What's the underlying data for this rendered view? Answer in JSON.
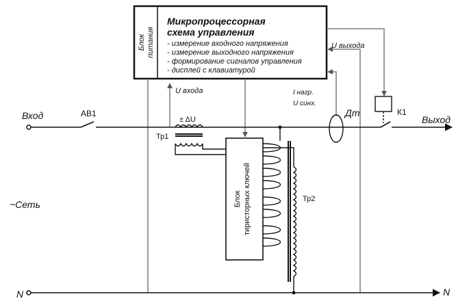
{
  "controller": {
    "title_line1": "Микропроцессорная",
    "title_line2": "схема управления",
    "features": [
      "- измерение входного напряжения",
      "- измерение выходного напряжения",
      "- формирование сигналов управления",
      "- дисплей с клавиатурой"
    ],
    "psu_line1": "Блок",
    "psu_line2": "питания"
  },
  "labels": {
    "u_output": "U выхода",
    "u_input": "U входа",
    "i_load": "I нагр.",
    "u_sync": "U синх.",
    "input": "Вход",
    "output": "Выход",
    "breaker": "АВ1",
    "relay": "К1",
    "current_sensor": "Дт",
    "delta_u": "± ΔU",
    "tr1": "Тр1",
    "tr2": "Тр2",
    "network": "~Сеть",
    "neutral_left": "N",
    "neutral_right": "N",
    "thyristor_line1": "Блок",
    "thyristor_line2": "тиристорных ключей"
  },
  "colors": {
    "line": "#111111",
    "signal": "#666666",
    "background": "#ffffff"
  }
}
